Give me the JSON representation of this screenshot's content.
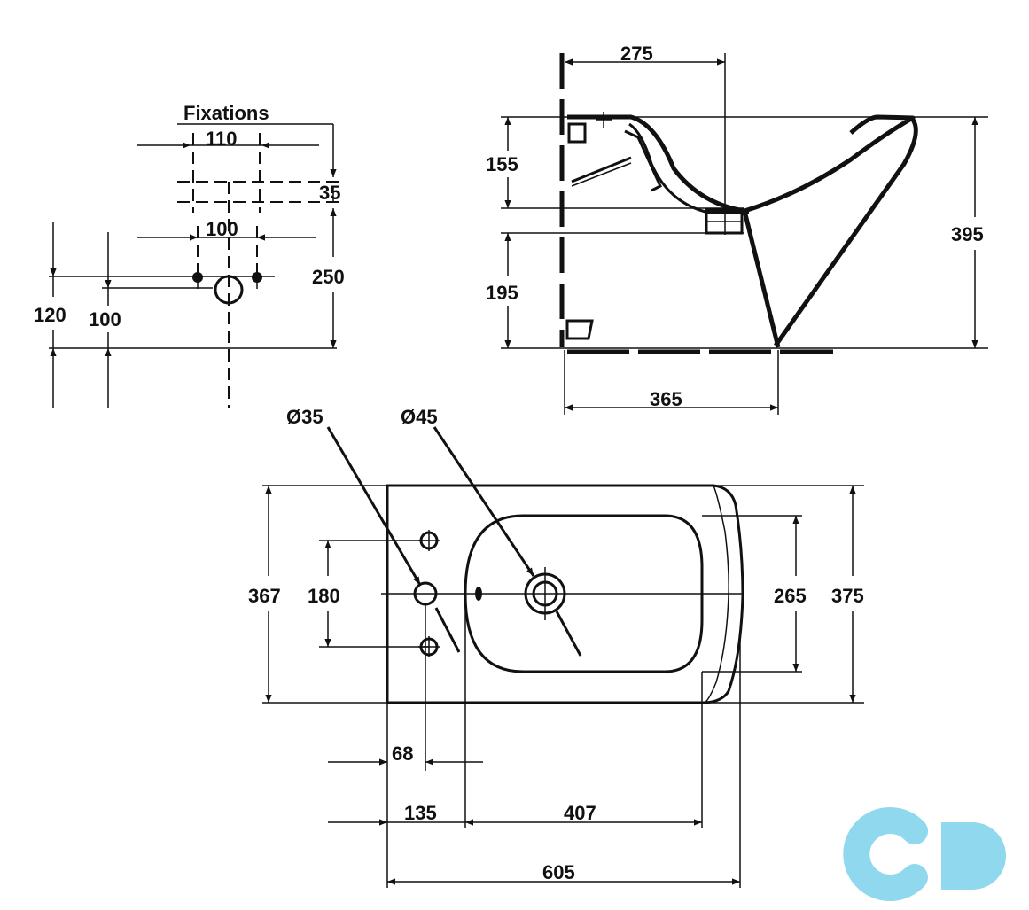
{
  "fixations": {
    "title": "Fixations",
    "dims": {
      "d110": "110",
      "d35": "35",
      "d100h": "100",
      "d250": "250",
      "d120": "120",
      "d100v": "100"
    }
  },
  "side_view": {
    "dims": {
      "d275": "275",
      "d155": "155",
      "d195": "195",
      "d395": "395",
      "d365": "365"
    }
  },
  "top_view": {
    "dims": {
      "dia35": "Ø35",
      "dia45": "Ø45",
      "d367": "367",
      "d180": "180",
      "d265": "265",
      "d375": "375",
      "d68": "68",
      "d135": "135",
      "d407": "407",
      "d605": "605"
    }
  },
  "logo": {
    "color": "#8fd8ee",
    "icon": "cd-logo-icon"
  }
}
